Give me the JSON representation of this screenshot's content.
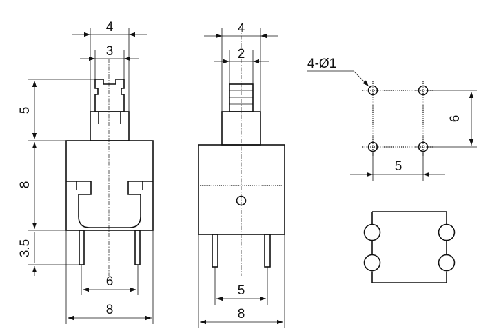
{
  "side_view": {
    "top_width": "4",
    "stem_width": "3",
    "cap_height": "5",
    "body_height": "8",
    "pin_length": "3.5",
    "pin_spacing": "6",
    "overall_width": "8"
  },
  "front_view": {
    "top_width": "4",
    "inner_width": "2",
    "pin_spacing": "5",
    "overall_width": "8"
  },
  "pcb_layout": {
    "hole_spec": "4-Ø1",
    "vertical_spacing": "6",
    "horizontal_spacing": "5"
  }
}
